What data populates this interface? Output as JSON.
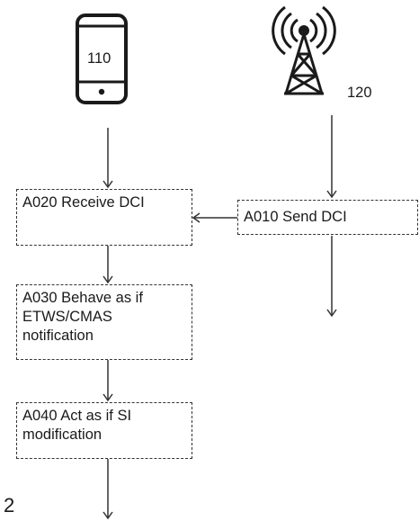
{
  "ue": {
    "label": "110"
  },
  "base_station": {
    "label": "120"
  },
  "steps": {
    "a010": "A010 Send DCI",
    "a020": "A020 Receive DCI",
    "a030": "A030 Behave as if ETWS/CMAS notification",
    "a040": "A040 Act as if SI modification"
  },
  "figure_number": "2"
}
